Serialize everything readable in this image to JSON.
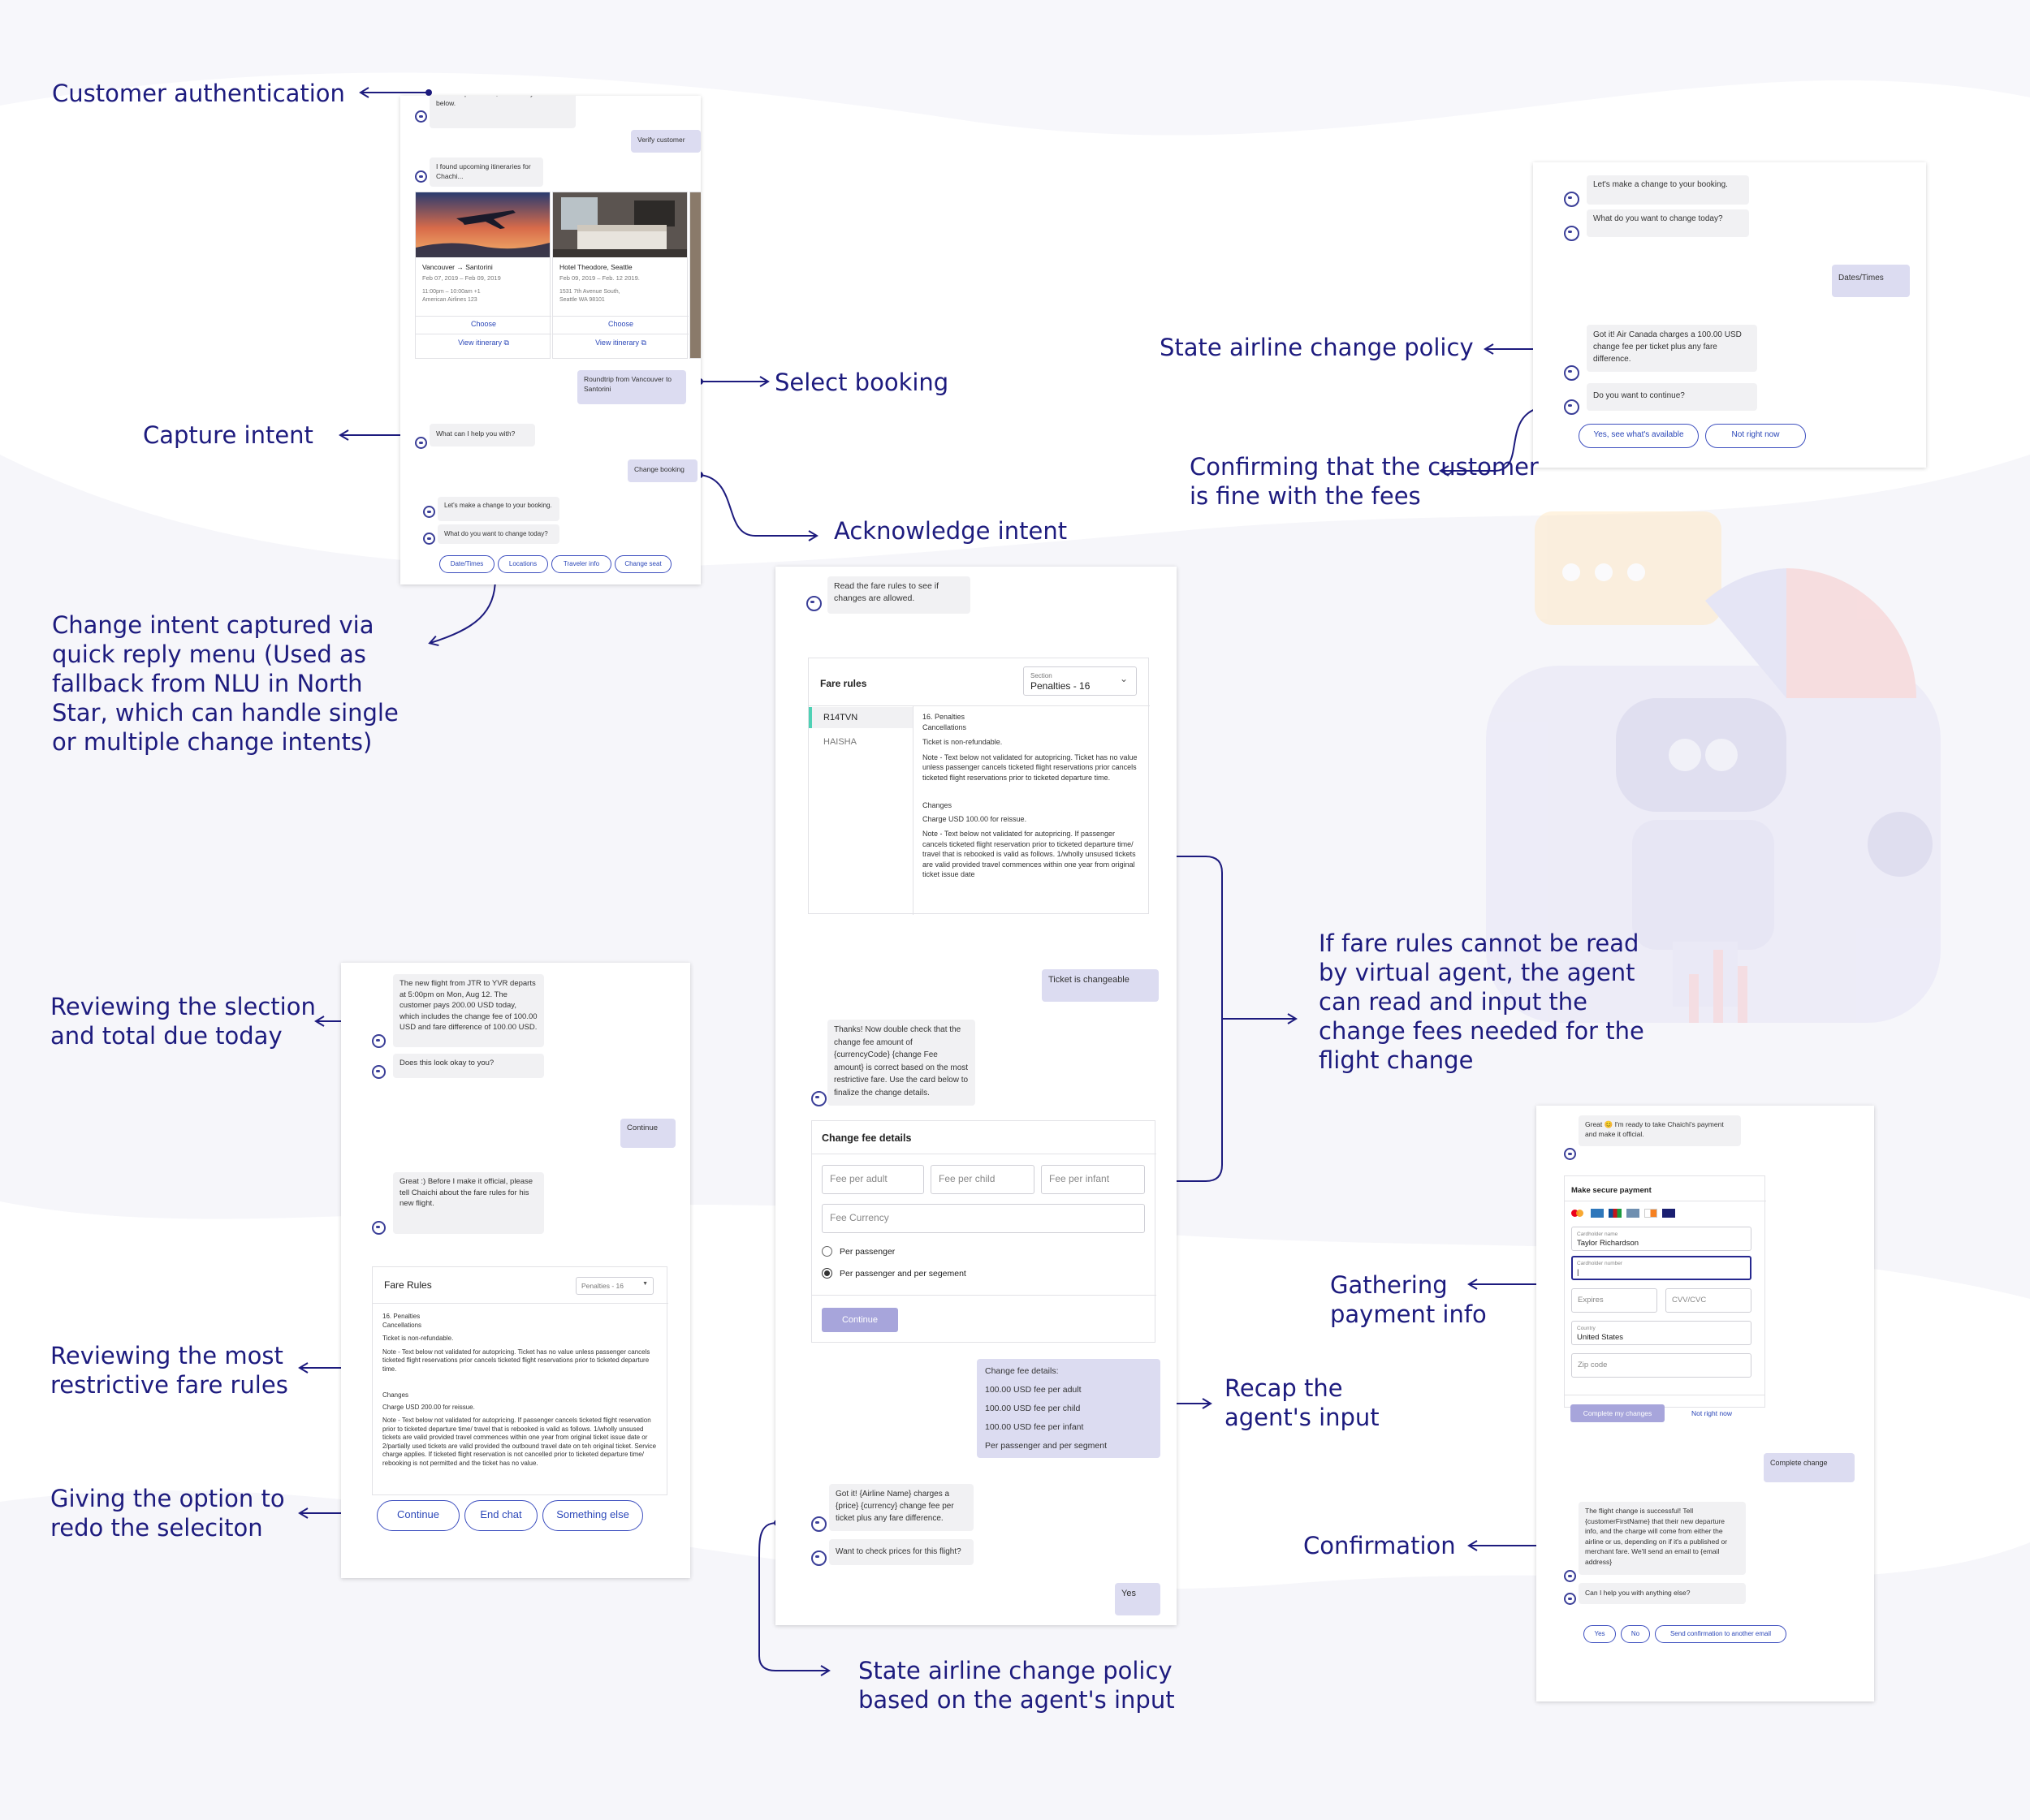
{
  "annotations": {
    "customer_auth": "Customer authentication",
    "select_booking": "Select booking",
    "capture_intent": "Capture intent",
    "acknowledge_intent": "Acknowledge intent",
    "change_intent_menu": "Change intent captured via quick reply menu (Used as fallback from NLU in North Star, which can handle single or multiple change intents)",
    "state_policy": "State airline change policy",
    "confirm_fees": "Confirming that the customer is fine with the fees",
    "fare_rules_agent": "If fare rules cannot be read by virtual agent, the agent can read and input the change fees needed for the flight change",
    "review_selection": "Reviewing the slection and total due today",
    "review_fare_rules": "Reviewing the most restrictive fare rules",
    "redo_option": "Giving the option to redo the seleciton",
    "recap": "Recap the agent's input",
    "state_policy_agent": "State airline change policy based on the agent's input",
    "gathering_payment": "Gathering payment info",
    "confirmation": "Confirmation"
  },
  "panel1": {
    "msg_not_verified": "This customer is not verified. If you'd like me to help with that, click 'Verify customer' below.",
    "user_verify": "Verify customer",
    "msg_found": "I found upcoming itineraries for Chachi...",
    "card1": {
      "route_from": "Vancouver",
      "route_to": "Santorini",
      "dates": "Feb 07, 2019 – Feb 09, 2019",
      "time": "11:00pm – 10:00am +1",
      "airline": "American Airlines 123",
      "choose": "Choose",
      "view": "View itinerary"
    },
    "card2": {
      "title": "Hotel Theodore, Seattle",
      "dates": "Feb 09, 2019 – Feb. 12 2019.",
      "addr1": "1531 7th Avenue South,",
      "addr2": "Seattle WA 98101",
      "choose": "Choose",
      "view": "View itinerary"
    },
    "user_roundtrip": "Roundtrip from Vancouver to Santorini",
    "msg_help": "What can I help you with?",
    "user_change": "Change booking",
    "msg_lets": "Let's make a change to your booking.",
    "msg_what": "What do you want to change today?",
    "chips": [
      "Date/Times",
      "Locations",
      "Traveler info",
      "Change seat"
    ]
  },
  "panel2": {
    "msg_lets": "Let's make a change to your booking.",
    "msg_what": "What do you want to change today?",
    "user_dates": "Dates/Times",
    "msg_gotit": "Got it! Air Canada charges a 100.00 USD change fee per ticket plus any fare difference.",
    "msg_continue": "Do you want to continue?",
    "chip_yes": "Yes, see what's available",
    "chip_no": "Not right now"
  },
  "panel3": {
    "msg_read": "Read the fare rules to see if changes are allowed.",
    "fare_title": "Fare rules",
    "section_label": "Section",
    "section_value": "Penalties - 16",
    "tabs": [
      "R14TVN",
      "HAISHA"
    ],
    "rules": {
      "h1": "16. Penalties",
      "h2": "Cancellations",
      "p1": "Ticket is non-refundable.",
      "p2": "Note - Text below not validated for autopricing. Ticket has no value unless passenger cancels ticketed flight reservations prior cancels ticketed flight reservations prior to ticketed departure time.",
      "h3": "Changes",
      "p3": "Charge USD 100.00 for reissue.",
      "p4": "Note - Text below not validated for autopricing. If passenger cancels ticketed flight reservation prior to ticketed departure time/ travel that is rebooked is valid as follows. 1/wholly unsused tickets are valid provided travel commences within one year from original ticket issue date"
    },
    "user_changeable": "Ticket is changeable",
    "msg_thanks": "Thanks! Now double check that the change fee amount of {currencyCode} {change Fee amount} is correct based on the most restrictive fare. Use the card below to finalize the change details.",
    "cf_title": "Change fee details",
    "ph_adult": "Fee per adult",
    "ph_child": "Fee per child",
    "ph_infant": "Fee per infant",
    "ph_currency": "Fee Currency",
    "radio1": "Per passenger",
    "radio2": "Per passenger and per segement",
    "btn_continue": "Continue",
    "recap_title": "Change fee details:",
    "recap_lines": [
      "100.00 USD fee per adult",
      "100.00 USD fee per child",
      "100.00 USD fee per infant",
      "Per passenger and per segment"
    ],
    "msg_gotit": "Got it! {Airline Name} charges a {price} {currency} change fee per ticket plus any fare difference.",
    "msg_check": "Want to check prices for this flight?",
    "user_yes": "Yes"
  },
  "panel4": {
    "msg_newflight": "The new flight from JTR to YVR departs at 5:00pm on Mon, Aug 12. The customer pays 200.00 USD today, which includes the change fee of 100.00 USD and fare difference of 100.00 USD.",
    "msg_look": "Does this look okay to you?",
    "user_continue": "Continue",
    "msg_great": "Great :) Before I make it official, please tell Chaichi about the fare rules for his new flight.",
    "fare_title": "Fare Rules",
    "select_value": "Penalties - 16",
    "rules": {
      "h1": "16. Penalties",
      "h2": "Cancellations",
      "p1": "Ticket is non-refundable.",
      "p2": "Note - Text below not validated for autopricing. Ticket has no value unless passenger cancels ticketed flight reservations prior cancels ticketed flight reservations prior to ticketed departure time.",
      "h3": "Changes",
      "p3": "Charge USD 200.00 for reissue.",
      "p4": "Note - Text below not validated for autopricing. If passenger cancels ticketed flight reservation prior to ticketed departure time/ travel that is rebooked is valid as follows. 1/wholly unsused tickets are valid provided travel commences within one year from original ticket issue date or 2/partially used tickets are valid provided the outbound travel date on teh original ticket. Service charge applies. If ticketed flight reservation is not cancelled prior to ticketed departure time/ rebooking is not permitted and the ticket has no value."
    },
    "chips": [
      "Continue",
      "End chat",
      "Something else"
    ]
  },
  "panel5": {
    "msg_great": "Great 😊 I'm ready to take Chaichi's payment and make it official.",
    "pay_title": "Make secure payment",
    "cardholder_label": "Cardholder name",
    "cardholder_value": "Taylor Richardson",
    "cardnum_label": "Cardholder number",
    "cardnum_value": "|",
    "ph_expires": "Expires",
    "ph_cvv": "CVV/CVC",
    "country_label": "Country",
    "country_value": "United States",
    "ph_zip": "Zip code",
    "btn_complete": "Complete my changes",
    "link_notnow": "Not right now",
    "user_complete": "Complete change",
    "msg_success": "The flight change is successful! Tell {customerFirstName} that their new departure info, and the charge will come from either the airline or us, depending on if it's a published or merchant fare. We'll send an email to {email address}",
    "msg_anything": "Can I help you with anything else?",
    "chips": [
      "Yes",
      "No",
      "Send confirmation to another email"
    ]
  },
  "colors": {
    "annotation": "#1d1b7e",
    "accent": "#3d4fbf",
    "user_bubble": "#dcdcf1",
    "bot_bubble": "#f1f1f3"
  }
}
